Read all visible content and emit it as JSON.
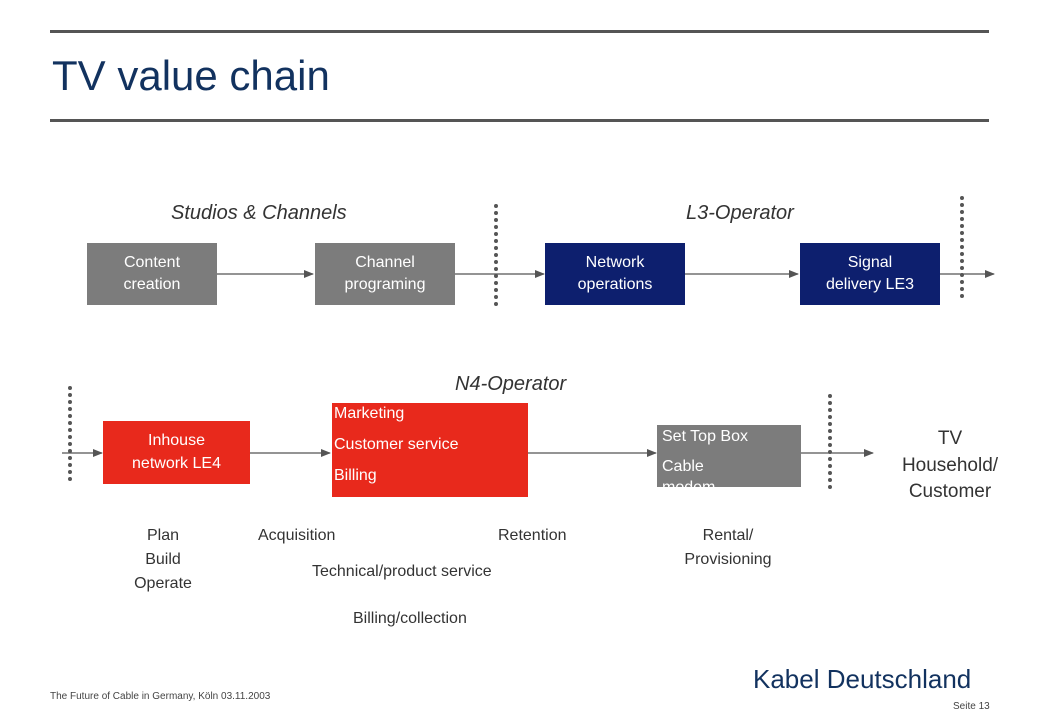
{
  "title": "TV value chain",
  "sections": {
    "studios": "Studios & Channels",
    "l3": "L3-Operator",
    "n4": "N4-Operator"
  },
  "top_boxes": {
    "content": [
      "Content",
      "creation"
    ],
    "channel": [
      "Channel",
      "programing"
    ],
    "network": [
      "Network",
      "operations"
    ],
    "signal": [
      "Signal",
      "delivery LE3"
    ]
  },
  "bottom_boxes": {
    "inhouse": [
      "Inhouse",
      "network LE4"
    ],
    "marketing": [
      "Marketing",
      "Customer service",
      "Billing"
    ],
    "settop": [
      "Set Top Box",
      "Cable",
      "modem"
    ]
  },
  "tv_household": [
    "TV",
    "Household/",
    "Customer"
  ],
  "labels": {
    "plan": [
      "Plan",
      "Build",
      "Operate"
    ],
    "acquisition": "Acquisition",
    "retention": "Retention",
    "rental": [
      "Rental/",
      "Provisioning"
    ],
    "technical": "Technical/product service",
    "billing_collection": "Billing/collection"
  },
  "footer": {
    "left": "The Future of Cable in Germany, Köln 03.11.2003",
    "page": "Seite 13",
    "brand": "Kabel Deutschland"
  },
  "colors": {
    "title": "#12325f",
    "gray_box": "#7c7c7c",
    "navy_box": "#0d1f6e",
    "red_box": "#e8291c"
  }
}
